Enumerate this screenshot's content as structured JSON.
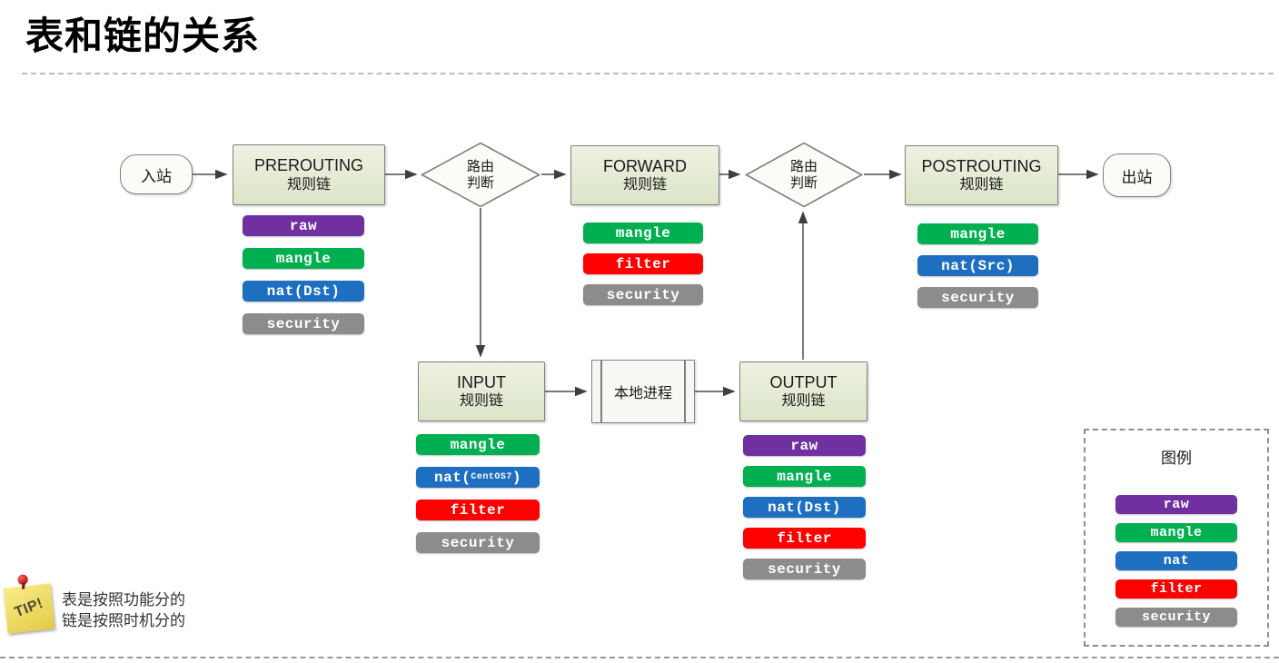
{
  "title": "表和链的关系",
  "flow": {
    "inbound": "入站",
    "outbound": "出站",
    "prerouting_en": "PREROUTING",
    "prerouting_zh": "规则链",
    "forward_en": "FORWARD",
    "forward_zh": "规则链",
    "postrouting_en": "POSTROUTING",
    "postrouting_zh": "规则链",
    "input_en": "INPUT",
    "input_zh": "规则链",
    "output_en": "OUTPUT",
    "output_zh": "规则链",
    "routing1_line1": "路由",
    "routing1_line2": "判断",
    "routing2_line1": "路由",
    "routing2_line2": "判断",
    "local_process": "本地进程"
  },
  "tables": {
    "prerouting": [
      {
        "table": "raw",
        "label": "raw"
      },
      {
        "table": "mangle",
        "label": "mangle"
      },
      {
        "table": "nat",
        "label": "nat(Dst)"
      },
      {
        "table": "security",
        "label": "security"
      }
    ],
    "forward": [
      {
        "table": "mangle",
        "label": "mangle"
      },
      {
        "table": "filter",
        "label": "filter"
      },
      {
        "table": "security",
        "label": "security"
      }
    ],
    "postrouting": [
      {
        "table": "mangle",
        "label": "mangle"
      },
      {
        "table": "nat",
        "label": "nat(Src)"
      },
      {
        "table": "security",
        "label": "security"
      }
    ],
    "input": [
      {
        "table": "mangle",
        "label": "mangle"
      },
      {
        "table": "nat",
        "pre": "nat(",
        "small": "CentOS7",
        "post": ")"
      },
      {
        "table": "filter",
        "label": "filter"
      },
      {
        "table": "security",
        "label": "security"
      }
    ],
    "output": [
      {
        "table": "raw",
        "label": "raw"
      },
      {
        "table": "mangle",
        "label": "mangle"
      },
      {
        "table": "nat",
        "label": "nat(Dst)"
      },
      {
        "table": "filter",
        "label": "filter"
      },
      {
        "table": "security",
        "label": "security"
      }
    ]
  },
  "legend": {
    "title": "图例",
    "items": [
      {
        "table": "raw",
        "label": "raw"
      },
      {
        "table": "mangle",
        "label": "mangle"
      },
      {
        "table": "nat",
        "label": "nat"
      },
      {
        "table": "filter",
        "label": "filter"
      },
      {
        "table": "security",
        "label": "security"
      }
    ]
  },
  "tip": {
    "label": "TIP!",
    "line1": "表是按照功能分的",
    "line2": "链是按照时机分的"
  },
  "colors": {
    "raw": "#7030A0",
    "mangle": "#00B050",
    "nat": "#1F6FC0",
    "filter": "#FF0000",
    "security": "#8C8C8C"
  }
}
